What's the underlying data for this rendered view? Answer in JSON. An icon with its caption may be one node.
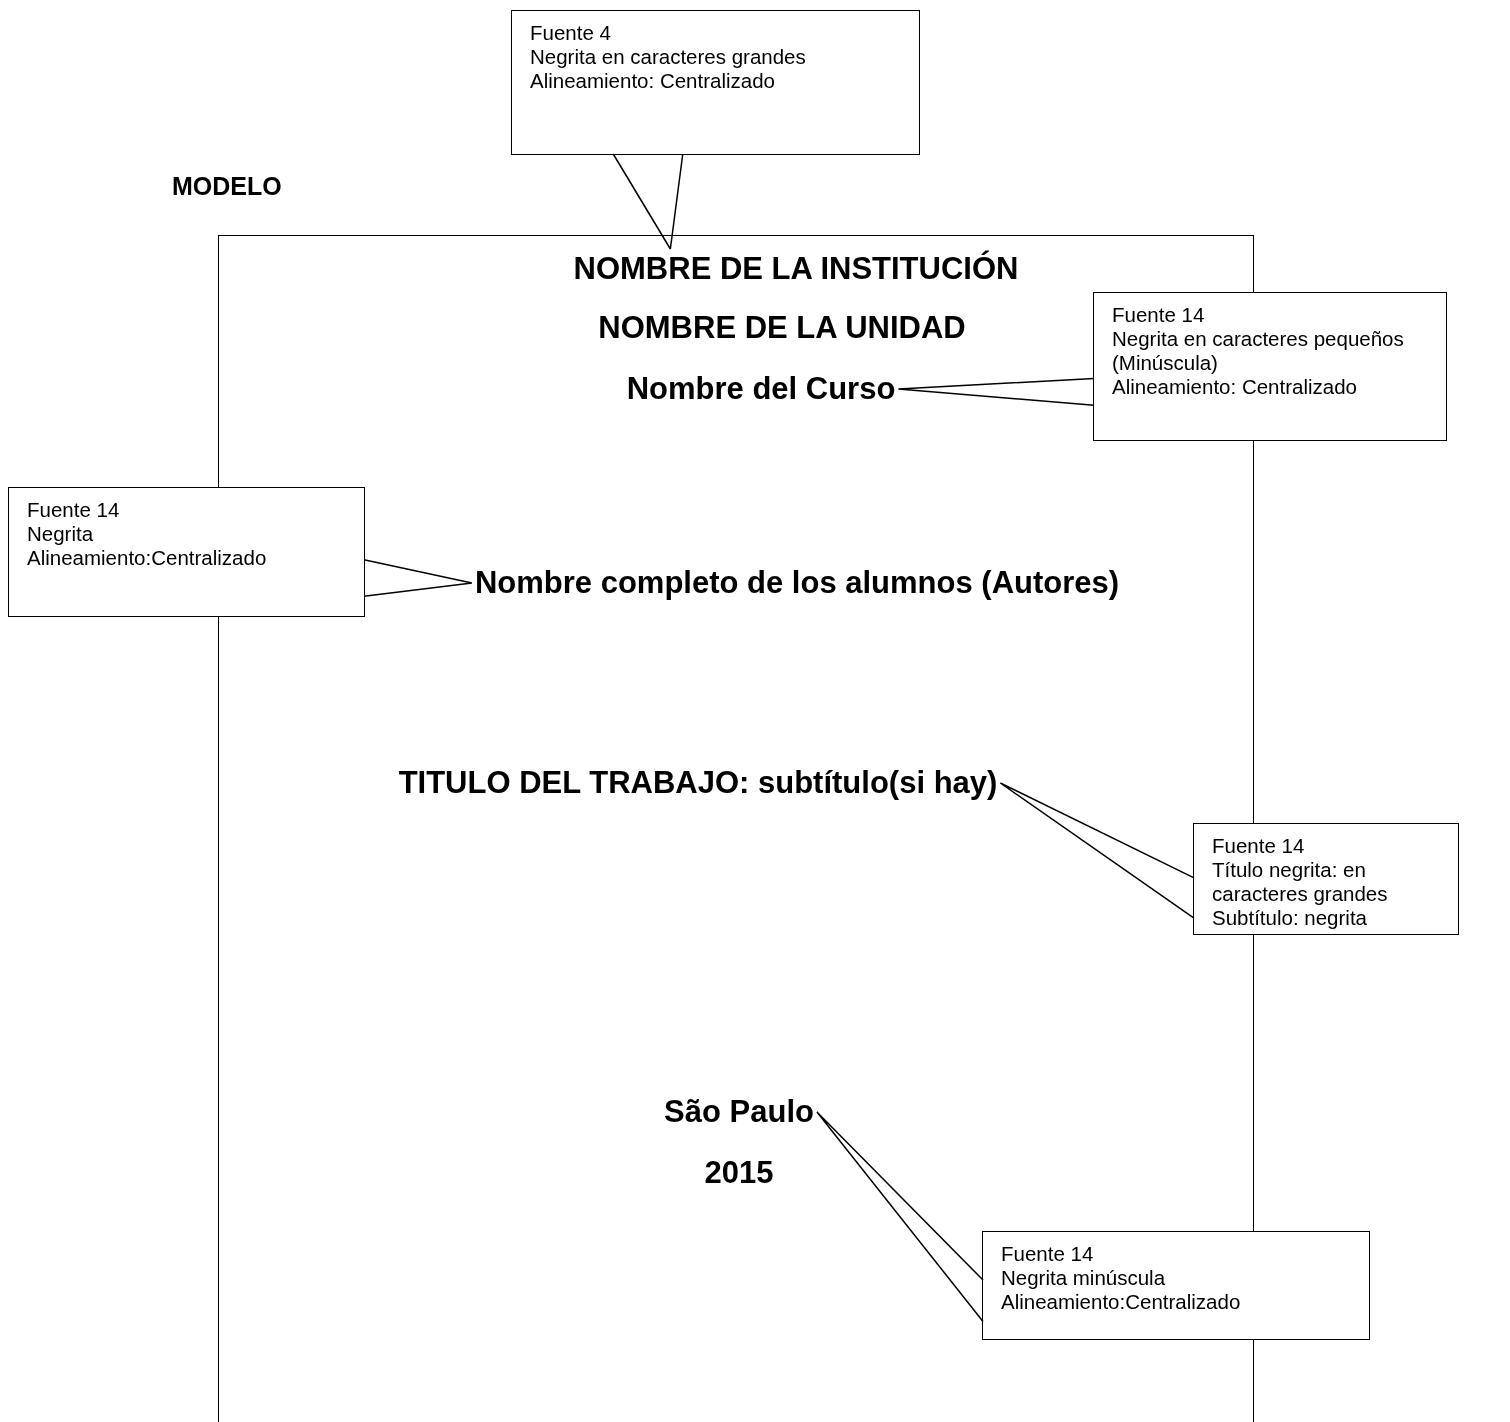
{
  "diagram": {
    "nodes": [
      {
        "text": [],
        "shape": "box"
      },
      {
        "text": [
          "NOMBRE DE LA INSTITUCIÓN"
        ],
        "in": 0
      },
      {
        "text": [
          "NOMBRE DE LA UNIDAD"
        ],
        "in": 0
      },
      {
        "text": [
          "Nombre del Curso"
        ],
        "in": 0
      },
      {
        "text": [
          "Nombre completo de los alumnos (Autores)"
        ],
        "in": 0
      },
      {
        "text": [
          "TITULO DEL TRABAJO: subtítulo(si hay)"
        ],
        "in": 0
      },
      {
        "text": [
          "São Paulo"
        ],
        "in": 0
      },
      {
        "text": [
          "2015"
        ],
        "in": 0
      },
      {
        "text": [
          "Fuente 4",
          "Negrita en caracteres grandes",
          "Alineamiento: Centralizado"
        ]
      },
      {
        "text": [
          "Fuente 14",
          "Negrita en caracteres pequeños (Minúscula)",
          "Alineamiento: Centralizado"
        ]
      },
      {
        "text": [
          "Fuente 14",
          "Negrita",
          "Alineamiento:Centralizado"
        ]
      },
      {
        "text": [
          "Fuente 14",
          "Título negrita: en caracteres grandes",
          "Subtítulo: negrita"
        ]
      },
      {
        "text": [
          "Fuente 14",
          "Negrita minúscula",
          "Alineamiento:Centralizado"
        ]
      }
    ],
    "edges": [
      {
        "from": 8,
        "to": 1,
        "arrow": "none"
      },
      {
        "from": 9,
        "to": 3,
        "arrow": "none"
      },
      {
        "from": 10,
        "to": 4,
        "arrow": "none"
      },
      {
        "from": 11,
        "to": 5,
        "arrow": "none"
      },
      {
        "from": 12,
        "to": 6,
        "arrow": "none"
      }
    ],
    "labels": [
      "MODELO"
    ]
  }
}
